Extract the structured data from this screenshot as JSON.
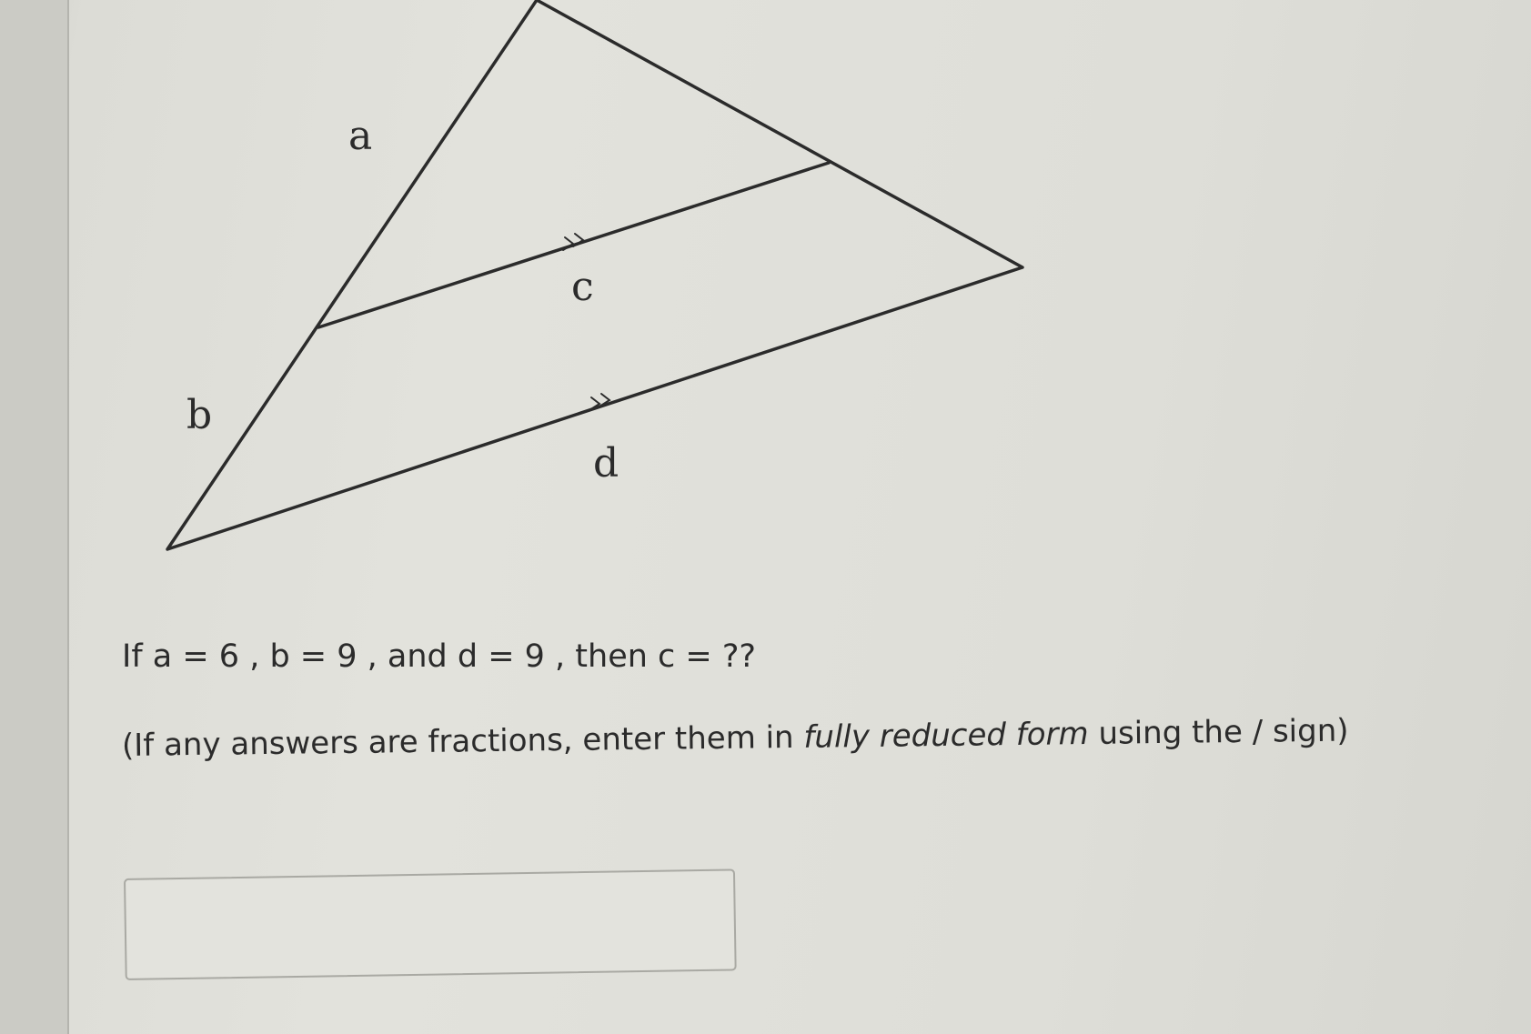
{
  "diagram": {
    "labels": {
      "a": "a",
      "b": "b",
      "c": "c",
      "d": "d"
    }
  },
  "question": {
    "prefix": "If a = 6 , b = 9 , and d = 9 , then c = ??"
  },
  "instruction": {
    "before": "(If any answers are fractions, enter them in ",
    "emphasis": "fully reduced form",
    "after": " using the / sign)"
  },
  "answer": {
    "value": "",
    "placeholder": ""
  }
}
